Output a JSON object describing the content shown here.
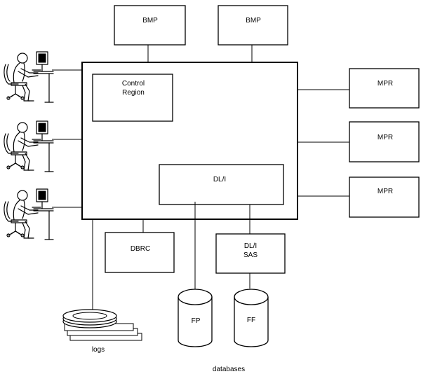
{
  "diagram": {
    "bmp_left": "BMP",
    "bmp_right": "BMP",
    "control_region_line1": "Control",
    "control_region_line2": "Region",
    "dli": "DL/I",
    "mpr_1": "MPR",
    "mpr_2": "MPR",
    "mpr_3": "MPR",
    "dbrc": "DBRC",
    "dli_sas_line1": "DL/I",
    "dli_sas_line2": "SAS",
    "db_fp": "FP",
    "db_ff": "FF",
    "logs": "logs",
    "databases": "databases"
  },
  "icons": {
    "terminal_user": "terminal-user-icon",
    "database": "database-cylinder-icon",
    "log_tapes": "log-tapes-icon"
  }
}
